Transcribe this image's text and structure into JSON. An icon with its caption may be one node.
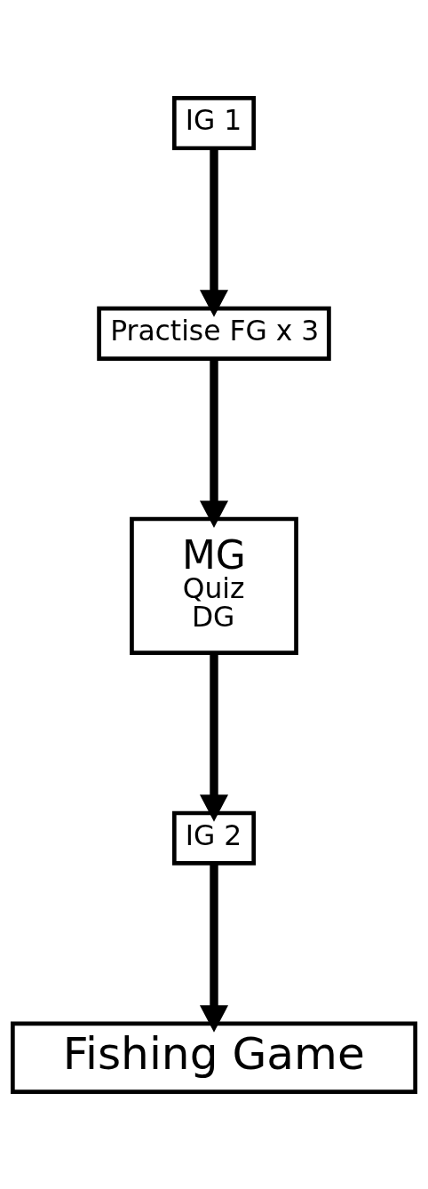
{
  "diagram": {
    "nodes": [
      {
        "text": [
          "IG 1"
        ]
      },
      {
        "text": [
          "Practise FG x 3"
        ]
      },
      {
        "text": [
          "MG",
          "Quiz",
          "DG"
        ]
      },
      {
        "text": [
          "IG 2"
        ]
      },
      {
        "text": [
          "Fishing Game"
        ]
      }
    ],
    "edges": [
      {
        "from": 0,
        "to": 1,
        "arrow": "to"
      },
      {
        "from": 1,
        "to": 2,
        "arrow": "to"
      },
      {
        "from": 2,
        "to": 3,
        "arrow": "to"
      },
      {
        "from": 3,
        "to": 4,
        "arrow": "to"
      }
    ]
  }
}
